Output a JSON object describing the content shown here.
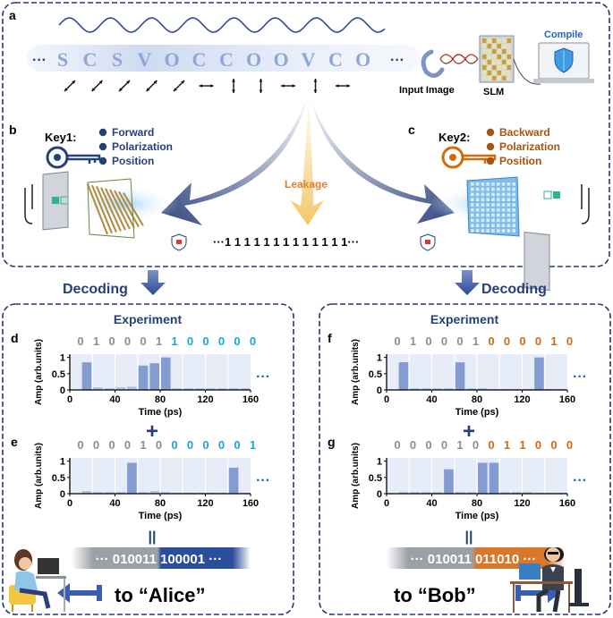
{
  "panel_a": {
    "letter": "a",
    "sequence": [
      "S",
      "C",
      "S",
      "V",
      "O",
      "C",
      "C",
      "O",
      "O",
      "V",
      "C",
      "O"
    ],
    "polarization_arrows": [
      "diag-right",
      "diag-right",
      "diag-right",
      "diag-right",
      "diag-right",
      "horizontal",
      "vertical",
      "vertical",
      "horizontal",
      "vertical",
      "horizontal"
    ],
    "ellipsis_left": "···",
    "ellipsis_right": "···",
    "input_image_label": "Input Image",
    "slm_label": "SLM",
    "compile_label": "Compile"
  },
  "panel_b": {
    "letter": "b",
    "key_label": "Key1:",
    "bullets": [
      "Forward",
      "Polarization",
      "Position"
    ],
    "color": "#25407a"
  },
  "panel_c": {
    "letter": "c",
    "key_label": "Key2:",
    "bullets": [
      "Backward",
      "Polarization",
      "Position"
    ],
    "color": "#a35414"
  },
  "leakage_label": "Leakage",
  "bit_stream": "···1 1 1 1 1 1 1 1 1 1 1 1 1···",
  "decoding_label": "Decoding",
  "alice": {
    "experiment_label": "Experiment",
    "plus": "+",
    "equals": "||",
    "code_gray": "··· 010011",
    "code_color": "100001 ···",
    "destination": "to “Alice”",
    "accent": "#1aa7d6",
    "bar_accent": "#2a4e9a"
  },
  "bob": {
    "experiment_label": "Experiment",
    "plus": "+",
    "equals": "||",
    "code_gray": "··· 010011",
    "code_color": "011010 ···",
    "destination": "to “Bob”",
    "accent": "#d36b0c",
    "bar_accent": "#d9772a"
  },
  "chart_data": [
    {
      "id": "d",
      "type": "bar",
      "letter": "d",
      "bits_gray": [
        "0",
        "1",
        "0",
        "0",
        "0",
        "1"
      ],
      "bits_color": [
        "1",
        "0",
        "0",
        "0",
        "0",
        "0"
      ],
      "x": [
        0,
        10,
        20,
        30,
        40,
        50,
        60,
        70,
        80,
        90,
        100,
        110,
        120,
        130,
        140,
        150
      ],
      "values": [
        0,
        0.85,
        0.08,
        0.05,
        0.08,
        0.1,
        0.75,
        0.82,
        1.0,
        0.05,
        0.05,
        0.05,
        0.05,
        0.05,
        0.05,
        0.05
      ],
      "xlabel": "Time (ps)",
      "ylabel": "Amp (arb.units)",
      "xticks": [
        "0",
        "40",
        "80",
        "120",
        "160"
      ],
      "yticks": [
        "0",
        "0.5",
        "1"
      ],
      "xlim": [
        0,
        160
      ],
      "ylim": [
        0,
        1.1
      ],
      "trailing": "···",
      "grid": true
    },
    {
      "id": "e",
      "type": "bar",
      "letter": "e",
      "bits_gray": [
        "0",
        "0",
        "0",
        "0",
        "1",
        "0"
      ],
      "bits_color": [
        "0",
        "0",
        "0",
        "0",
        "0",
        "1"
      ],
      "x": [
        0,
        10,
        20,
        30,
        40,
        50,
        60,
        70,
        80,
        90,
        100,
        110,
        120,
        130,
        140,
        150
      ],
      "values": [
        0,
        0.08,
        0.05,
        0.05,
        0.05,
        0.95,
        0.05,
        0.08,
        0.05,
        0.03,
        0.03,
        0.03,
        0.03,
        0.03,
        0.8,
        0.03
      ],
      "xlabel": "Time (ps)",
      "ylabel": "Amp (arb.units)",
      "xticks": [
        "0",
        "40",
        "80",
        "120",
        "160"
      ],
      "yticks": [
        "0",
        "0.5",
        "1"
      ],
      "xlim": [
        0,
        160
      ],
      "ylim": [
        0,
        1.1
      ],
      "trailing": "···",
      "grid": true
    },
    {
      "id": "f",
      "type": "bar",
      "letter": "f",
      "bits_gray": [
        "0",
        "1",
        "0",
        "0",
        "0",
        "1"
      ],
      "bits_color": [
        "0",
        "0",
        "0",
        "0",
        "1",
        "0"
      ],
      "x": [
        0,
        10,
        20,
        30,
        40,
        50,
        60,
        70,
        80,
        90,
        100,
        110,
        120,
        130,
        140,
        150
      ],
      "values": [
        0,
        0.85,
        0.05,
        0.05,
        0.05,
        0.05,
        0.85,
        0.05,
        0.05,
        0.03,
        0.03,
        0.03,
        0.03,
        1.0,
        0.03,
        0.03
      ],
      "xlabel": "Time (ps)",
      "ylabel": "Amp (arb.units)",
      "xticks": [
        "0",
        "40",
        "80",
        "120",
        "160"
      ],
      "yticks": [
        "0",
        "0.5",
        "1"
      ],
      "xlim": [
        0,
        160
      ],
      "ylim": [
        0,
        1.1
      ],
      "trailing": "···",
      "grid": true
    },
    {
      "id": "g",
      "type": "bar",
      "letter": "g",
      "bits_gray": [
        "0",
        "0",
        "0",
        "0",
        "1",
        "0"
      ],
      "bits_color": [
        "0",
        "1",
        "1",
        "0",
        "0",
        "0"
      ],
      "x": [
        0,
        10,
        20,
        30,
        40,
        50,
        60,
        70,
        80,
        90,
        100,
        110,
        120,
        130,
        140,
        150
      ],
      "values": [
        0,
        0.05,
        0.05,
        0.05,
        0.05,
        0.75,
        0.05,
        0.05,
        0.95,
        0.95,
        0.05,
        0.05,
        0.05,
        0.03,
        0.03,
        0.03
      ],
      "xlabel": "Time (ps)",
      "ylabel": "Amp (arb.units)",
      "xticks": [
        "0",
        "40",
        "80",
        "120",
        "160"
      ],
      "yticks": [
        "0",
        "0.5",
        "1"
      ],
      "xlim": [
        0,
        160
      ],
      "ylim": [
        0,
        1.1
      ],
      "trailing": "···",
      "grid": true
    }
  ]
}
